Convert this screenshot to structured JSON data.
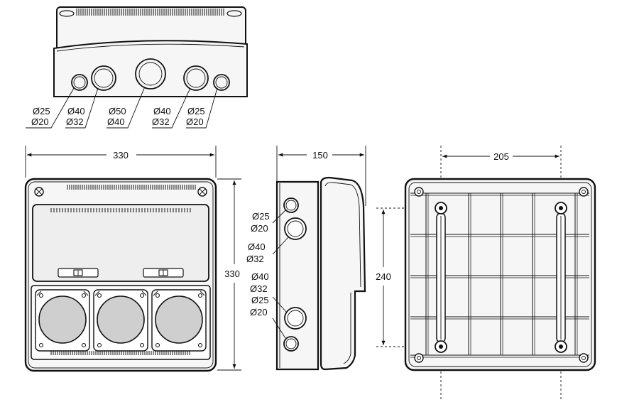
{
  "top_view": {
    "hole_labels": [
      {
        "top": "Ø25",
        "bottom": "Ø20"
      },
      {
        "top": "Ø40",
        "bottom": "Ø32"
      },
      {
        "top": "Ø50",
        "bottom": "Ø40"
      },
      {
        "top": "Ø40",
        "bottom": "Ø32"
      },
      {
        "top": "Ø25",
        "bottom": "Ø20"
      }
    ]
  },
  "front_view": {
    "width_dim": "330",
    "height_dim": "330"
  },
  "side_view": {
    "depth_dim": "150",
    "hole_labels": [
      {
        "top": "Ø25",
        "bottom": "Ø20"
      },
      {
        "top": "Ø40",
        "bottom": "Ø32"
      },
      {
        "top": "Ø40",
        "bottom": "Ø32"
      },
      {
        "top": "Ø25",
        "bottom": "Ø20"
      }
    ]
  },
  "back_view": {
    "hole_spacing_dim": "205",
    "hole_vertical_dim": "240"
  }
}
